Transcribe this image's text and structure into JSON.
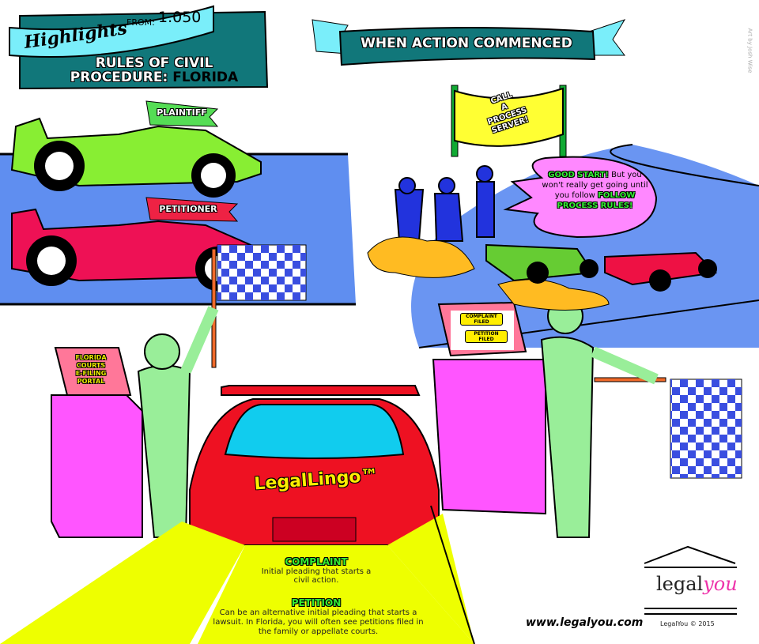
{
  "title_banner": {
    "highlights": "Highlights",
    "from_label": "FROM:",
    "rule_number": "1.050",
    "line1": "RULES OF CIVIL",
    "line2_prefix": "PROCEDURE:",
    "line2_state": "FLORIDA"
  },
  "section_banner": "WHEN ACTION COMMENCED",
  "art_credit": "Art by Josh Wise",
  "flags": {
    "plaintiff": "PLAINTIFF",
    "petitioner": "PETITIONER"
  },
  "process_banner": [
    "CALL",
    "A",
    "PROCESS",
    "SERVER!"
  ],
  "speech_bubble": {
    "highlight1": "GOOD START!",
    "text": "But you won't really get going until you follow",
    "highlight2": "FOLLOW PROCESS RULES!"
  },
  "left_laptop": [
    "FLORIDA",
    "COURTS",
    "E-FILING",
    "PORTAL"
  ],
  "right_laptop": {
    "button1": "COMPLAINT FILED",
    "button2": "PETITION FILED"
  },
  "car_logo": "LegalLingo™",
  "definitions": [
    {
      "term": "COMPLAINT",
      "text": "Initial pleading that starts a civil action."
    },
    {
      "term": "PETITION",
      "text": "Can be an alternative initial pleading that starts a lawsuit. In Florida, you will often see petitions filed in the family or appellate courts."
    }
  ],
  "footer": {
    "website": "www.legalyou.com",
    "logo_legal": "legal",
    "logo_you": "you",
    "copyright": "LegalYou © 2015"
  },
  "colors": {
    "teal": "#11777a",
    "cyan": "#7aeefa",
    "road": "#5f8ef0",
    "green": "#88ee33",
    "red": "#ee1133",
    "yellow": "#eeff00",
    "pink": "#ff55ff"
  }
}
